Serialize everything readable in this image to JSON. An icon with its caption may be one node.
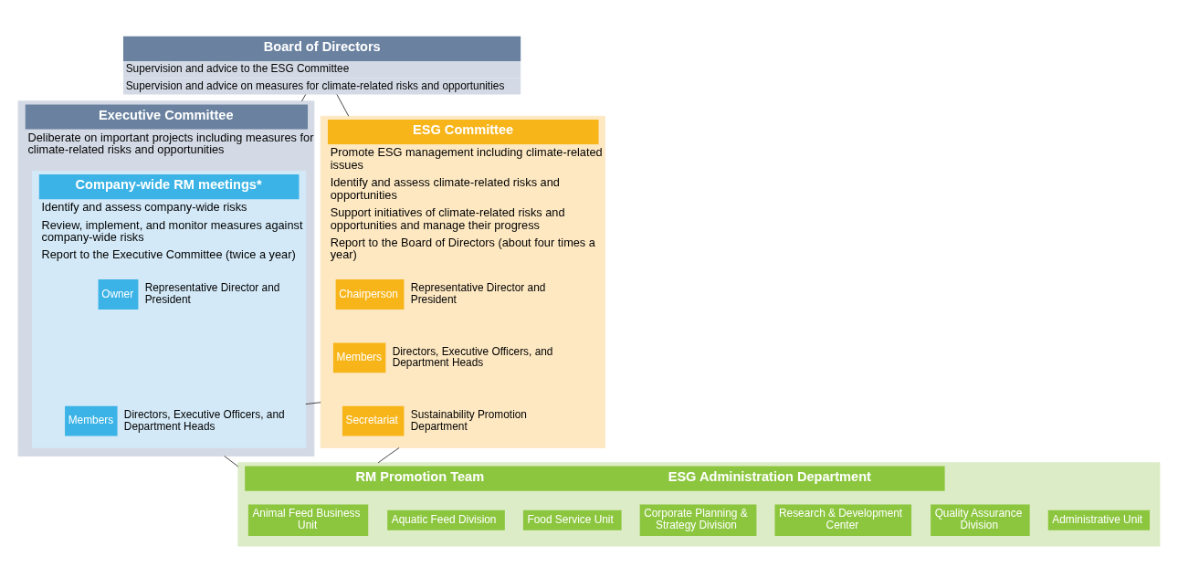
{
  "diagram": {
    "nodes": [
      {
        "text": [
          "Board of Directors",
          "Supervision and advice to the ESG Committee",
          "Supervision and advice on measures for climate-related risks and opportunities"
        ]
      },
      {
        "text": [
          "Executive Committee",
          "Deliberate on important projects including measures for climate-related risks and opportunities"
        ]
      },
      {
        "text": [
          "Company-wide RM meetings*",
          "Identify and assess company-wide risks",
          "Review, implement, and monitor measures against company-wide risks",
          "Report to the Executive Committee (twice a year)"
        ],
        "in": 1
      },
      {
        "text": [
          "Owner"
        ],
        "beside": [
          "Representative Director and President"
        ],
        "in": 2
      },
      {
        "text": [
          "Members"
        ],
        "beside": [
          "Directors, Executive Officers, and Department Heads"
        ],
        "in": 2
      },
      {
        "text": [
          "ESG Committee",
          "Promote ESG management including climate-related issues",
          "Identify and assess climate-related risks and opportunities",
          "Support initiatives of climate-related risks and opportunities and manage their progress",
          "Report to the Board of Directors (about four times a year)"
        ]
      },
      {
        "text": [
          "Chairperson"
        ],
        "beside": [
          "Representative Director and President"
        ],
        "in": 5
      },
      {
        "text": [
          "Members"
        ],
        "beside": [
          "Directors, Executive Officers, and Department Heads"
        ],
        "in": 5
      },
      {
        "text": [
          "Secretariat"
        ],
        "beside": [
          "Sustainability Promotion Department"
        ],
        "in": 5
      },
      {
        "text": [
          "RM Promotion Team",
          "ESG Administration Department"
        ]
      },
      {
        "text": [
          "Animal Feed Business Unit"
        ],
        "in": 9
      },
      {
        "text": [
          "Aquatic Feed Division"
        ],
        "in": 9
      },
      {
        "text": [
          "Food Service Unit"
        ],
        "in": 9
      },
      {
        "text": [
          "Corporate Planning & Strategy Division"
        ],
        "in": 9
      },
      {
        "text": [
          "Research & Development Center"
        ],
        "in": 9
      },
      {
        "text": [
          "Quality Assurance Division"
        ],
        "in": 9
      },
      {
        "text": [
          "Administrative Unit"
        ],
        "in": 9
      }
    ],
    "edges": [
      {
        "from": 0,
        "to": 1,
        "arrow": "none"
      },
      {
        "from": 0,
        "to": 5,
        "arrow": "none"
      },
      {
        "from": 2,
        "to": 5,
        "arrow": "none"
      },
      {
        "from": 1,
        "to": 9,
        "arrow": "none"
      },
      {
        "from": 5,
        "to": 9,
        "arrow": "none"
      }
    ]
  }
}
